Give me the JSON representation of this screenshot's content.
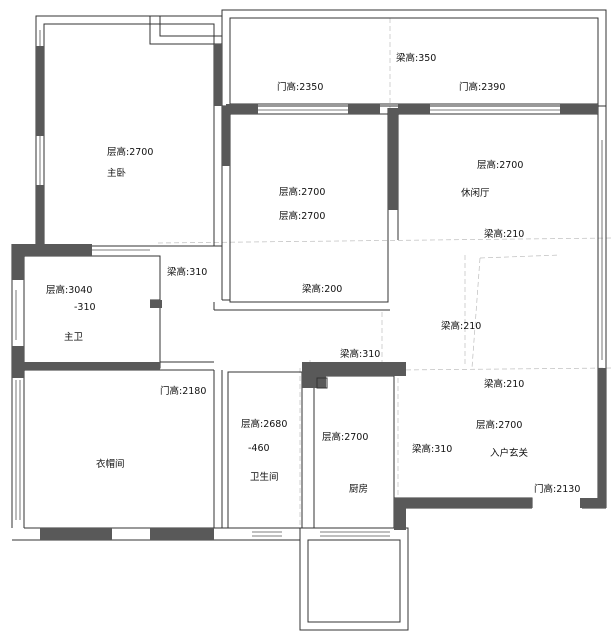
{
  "colors": {
    "wall_solid": "#595959",
    "line": "#333333",
    "beam_dash": "#bdbdbd",
    "background": "#ffffff"
  },
  "labels": [
    {
      "id": "beam-350",
      "text": "梁高:350"
    },
    {
      "id": "door-2350",
      "text": "门高:2350"
    },
    {
      "id": "door-2390",
      "text": "门高:2390"
    },
    {
      "id": "master-ceiling",
      "text": "层高:2700"
    },
    {
      "id": "master-name",
      "text": "主卧"
    },
    {
      "id": "center-ceiling-a",
      "text": "层高:2700"
    },
    {
      "id": "center-ceiling-b",
      "text": "层高:2700"
    },
    {
      "id": "lounge-ceiling",
      "text": "层高:2700"
    },
    {
      "id": "lounge-name",
      "text": "休闲厅"
    },
    {
      "id": "beam-210-a",
      "text": "梁高:210"
    },
    {
      "id": "beam-310-a",
      "text": "梁高:310"
    },
    {
      "id": "bath-ceiling",
      "text": "层高:3040"
    },
    {
      "id": "bath-offset",
      "text": "-310"
    },
    {
      "id": "bath-name",
      "text": "主卫"
    },
    {
      "id": "beam-200",
      "text": "梁高:200"
    },
    {
      "id": "beam-210-b",
      "text": "梁高:210"
    },
    {
      "id": "beam-310-b",
      "text": "梁高:310"
    },
    {
      "id": "door-2180",
      "text": "门高:2180"
    },
    {
      "id": "beam-210-c",
      "text": "梁高:210"
    },
    {
      "id": "wc-ceiling",
      "text": "层高:2680"
    },
    {
      "id": "wc-offset",
      "text": "-460"
    },
    {
      "id": "wc-name",
      "text": "卫生间"
    },
    {
      "id": "kitchen-ceiling",
      "text": "层高:2700"
    },
    {
      "id": "kitchen-name",
      "text": "厨房"
    },
    {
      "id": "beam-310-c",
      "text": "梁高:310"
    },
    {
      "id": "entry-ceiling",
      "text": "层高:2700"
    },
    {
      "id": "entry-name",
      "text": "入户玄关"
    },
    {
      "id": "closet-name",
      "text": "衣帽间"
    },
    {
      "id": "door-2130",
      "text": "门高:2130"
    }
  ]
}
